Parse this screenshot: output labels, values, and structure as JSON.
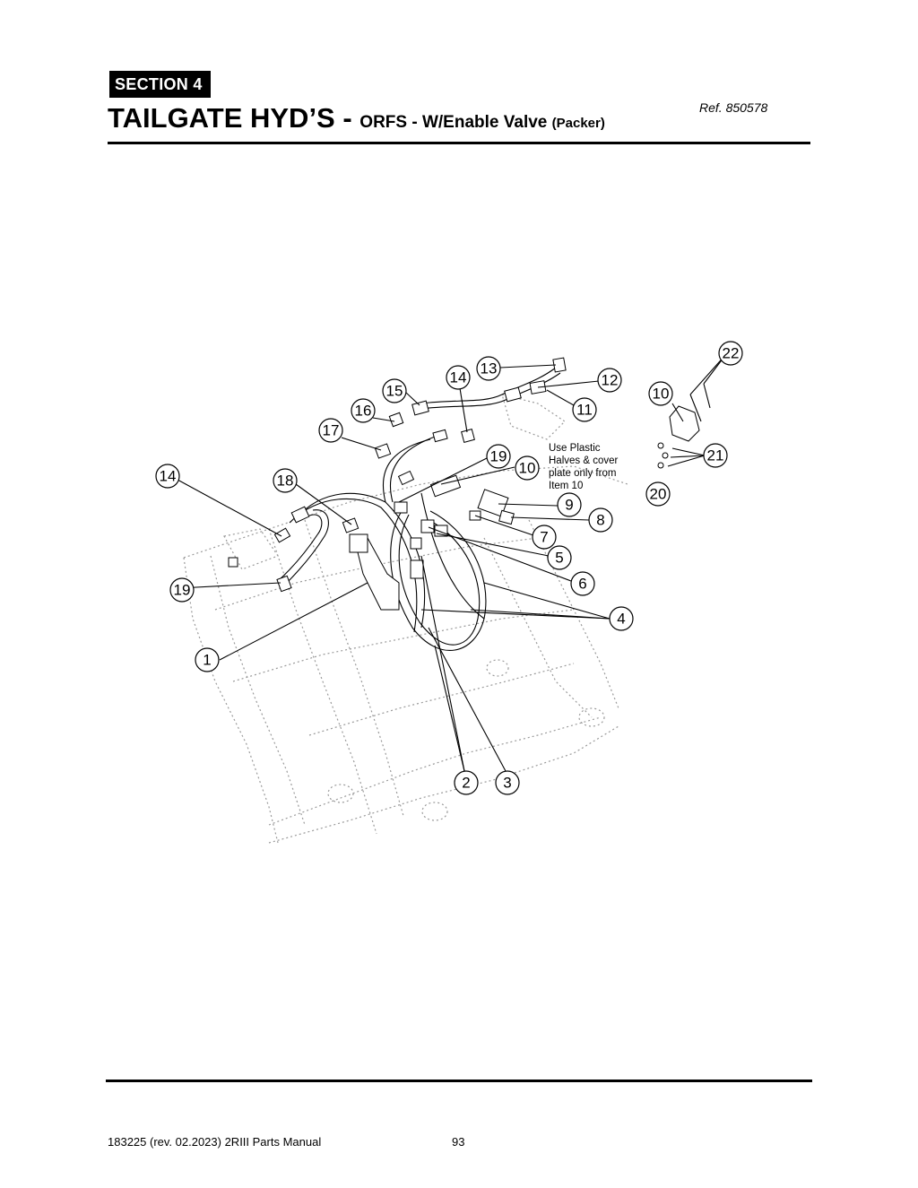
{
  "header": {
    "section_label": "SECTION  4",
    "title_main": "TAILGATE HYD’S - ",
    "title_sub": "ORFS - W/Enable Valve ",
    "title_sub2": "(Packer)",
    "ref": "Ref. 850578"
  },
  "note": {
    "lines": [
      "Use Plastic",
      "Halves & cover",
      "plate only from",
      "Item 10"
    ]
  },
  "callouts": [
    {
      "label": "1"
    },
    {
      "label": "2"
    },
    {
      "label": "3"
    },
    {
      "label": "4"
    },
    {
      "label": "5"
    },
    {
      "label": "6"
    },
    {
      "label": "7"
    },
    {
      "label": "8"
    },
    {
      "label": "9"
    },
    {
      "label": "10"
    },
    {
      "label": "10"
    },
    {
      "label": "11"
    },
    {
      "label": "12"
    },
    {
      "label": "13"
    },
    {
      "label": "14"
    },
    {
      "label": "14"
    },
    {
      "label": "15"
    },
    {
      "label": "16"
    },
    {
      "label": "17"
    },
    {
      "label": "18"
    },
    {
      "label": "19"
    },
    {
      "label": "19"
    },
    {
      "label": "20"
    },
    {
      "label": "21"
    },
    {
      "label": "22"
    }
  ],
  "footer": {
    "doc_info": "183225  (rev. 02.2023) 2RIII Parts Manual",
    "page_number": "93"
  }
}
